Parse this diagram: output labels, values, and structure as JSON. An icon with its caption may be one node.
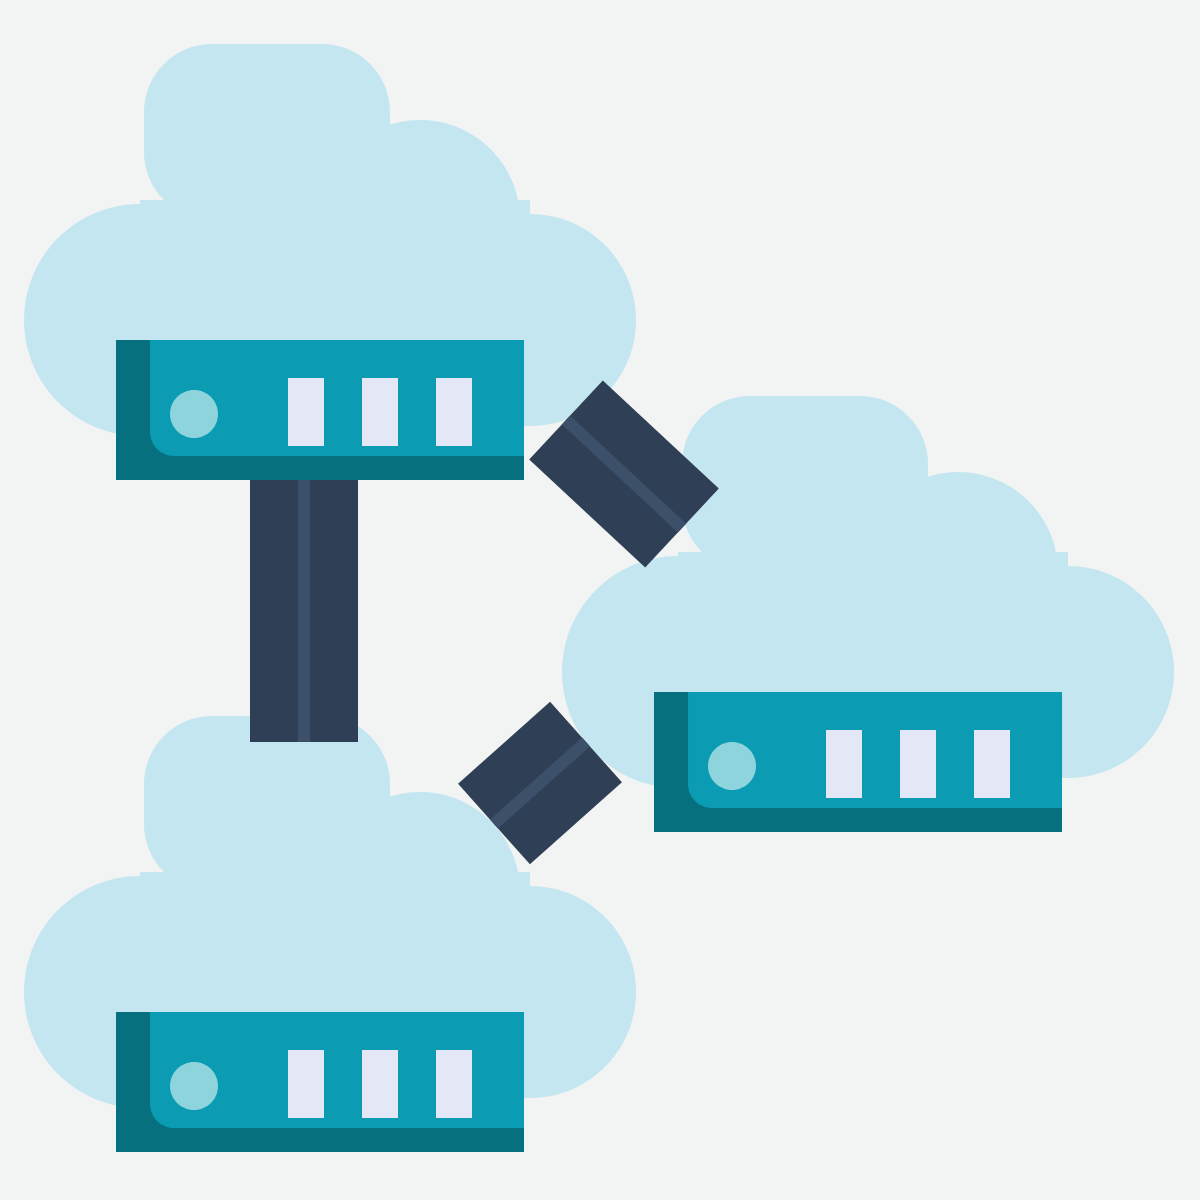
{
  "diagram": {
    "nodes": [
      {
        "text": [],
        "shape": "cloud"
      },
      {
        "text": [],
        "shape": "cloud"
      },
      {
        "text": [],
        "shape": "cloud"
      }
    ],
    "edges": [
      {
        "from": 0,
        "to": 2,
        "arrow": "none"
      },
      {
        "from": 0,
        "to": 1,
        "arrow": "none"
      },
      {
        "from": 1,
        "to": 2,
        "arrow": "none"
      }
    ]
  }
}
